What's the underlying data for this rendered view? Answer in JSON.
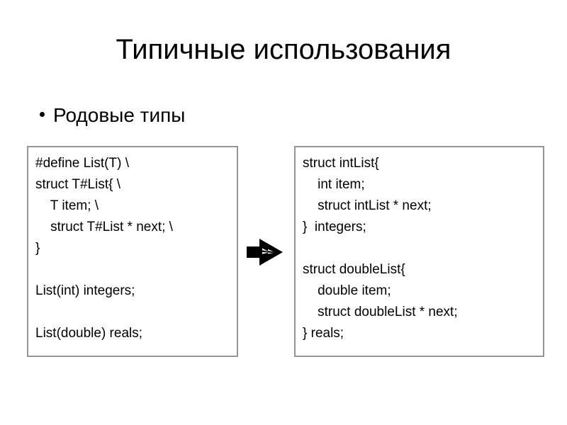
{
  "slide": {
    "title": "Типичные использования",
    "bullet": {
      "marker": "bullet-dot",
      "text": "Родовые типы"
    },
    "arrow": {
      "icon_name": "block-arrow-right-icon",
      "color": "#000000",
      "direction": "right"
    },
    "left_box": {
      "name": "macro-definition-code-box",
      "border_color": "#969696",
      "background": "#FFFFFF",
      "lines": [
        "#define List(T) \\",
        "struct T#List{ \\",
        "    T item; \\",
        "    struct T#List * next; \\",
        "}",
        "",
        "List(int) integers;",
        "",
        "List(double) reals;"
      ]
    },
    "right_box": {
      "name": "expanded-code-box",
      "border_color": "#969696",
      "background": "#FFFFFF",
      "lines": [
        "struct intList{",
        "    int item;",
        "    struct intList * next;",
        "}  integers;",
        "",
        "struct doubleList{",
        "    double item;",
        "    struct doubleList * next;",
        "} reals;"
      ]
    }
  }
}
